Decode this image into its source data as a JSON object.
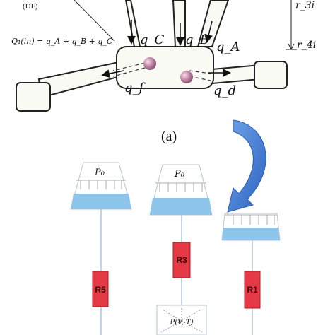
{
  "panel_a": {
    "df_label": "(DF)",
    "flow_equation": "Q₁(in) = q_A + q_B + q_C",
    "branch_labels": {
      "q_c": "q_C",
      "q_b": "q_B",
      "q_a": "q_A",
      "q_f": "q_f",
      "q_d": "q_d"
    },
    "radius_labels": {
      "r3": "r_3i",
      "r4": "r_4i"
    },
    "caption": "(a)"
  },
  "panel_b": {
    "reservoirs": [
      {
        "pressure_label": "P₀"
      },
      {
        "pressure_label": "P₀"
      }
    ],
    "resistors": [
      {
        "label": "R5"
      },
      {
        "label": "R3"
      },
      {
        "label": "R1"
      }
    ],
    "chamber_label": "P(V, T)"
  },
  "colors": {
    "vessel_fill": "#fafaf5",
    "ball": "#c68aa8",
    "arrow_blue": "#3f78cf",
    "liquid": "#8ec5ea",
    "resistor": "#e63946"
  }
}
